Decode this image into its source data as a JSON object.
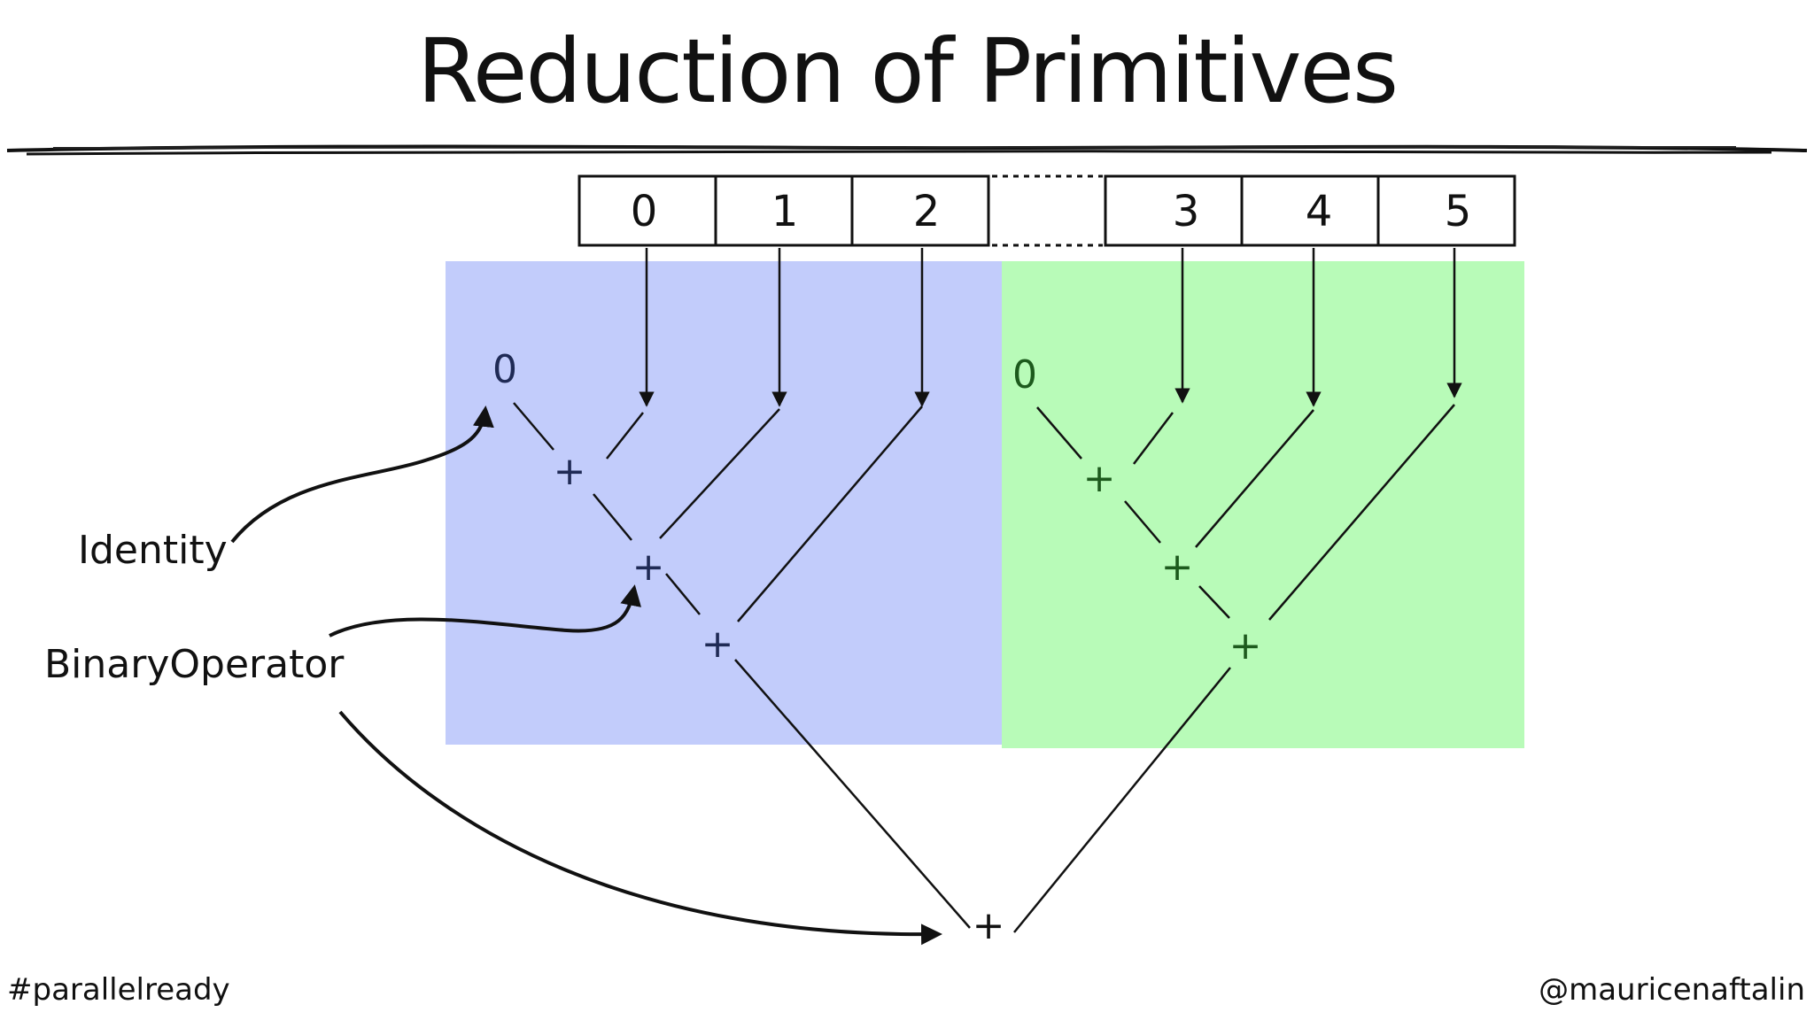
{
  "title": "Reduction of Primitives",
  "array_cells_left": [
    "0",
    "1",
    "2"
  ],
  "array_cells_right": [
    "3",
    "4",
    "5"
  ],
  "identity_left": "0",
  "identity_right": "0",
  "operator_symbol": "+",
  "labels": {
    "identity": "Identity",
    "binary_operator": "BinaryOperator"
  },
  "footer": {
    "hashtag": "#parallelready",
    "handle": "@mauricenaftalin"
  },
  "colors": {
    "left_region": "#c2ccfb",
    "right_region": "#b8fbb8",
    "left_ink": "#1f2a55",
    "right_ink": "#1d5a1d",
    "line": "#111111"
  }
}
